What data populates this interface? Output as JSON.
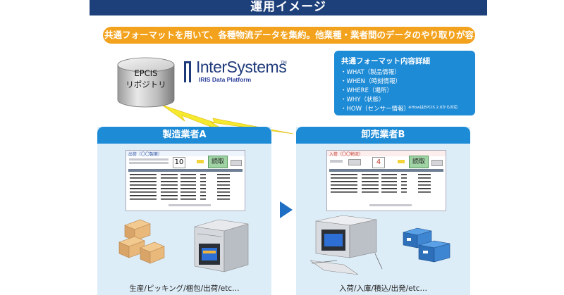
{
  "header": {
    "title": "運用イメージ"
  },
  "banner": {
    "text": "共通フォーマットを用いて、各種物流データを集約。他業種・業者間のデータのやり取りが容易に。"
  },
  "repository": {
    "label_line1": "EPCIS",
    "label_line2": "リポジトリ"
  },
  "logo": {
    "name": "InterSystems",
    "tm": "TM",
    "subtitle": "IRIS Data Platform"
  },
  "detail": {
    "title": "共通フォーマット内容詳細",
    "items": [
      "・WHAT（製品情報）",
      "・WHEN（時刻情報）",
      "・WHERE（場所）",
      "・WHY（状態）",
      "・HOW（センサー情報）"
    ],
    "note": "※HowはEPCIS 2.0から対応"
  },
  "panel_a": {
    "title": "製造業者A",
    "screen_title": "出荷（〇〇製薬）",
    "screen_count": "10",
    "screen_button": "読取",
    "caption": "生産/ピッキング/梱包/出荷/etc…"
  },
  "panel_b": {
    "title": "卸売業者B",
    "screen_title": "入荷（〇〇物流）",
    "screen_count": "4",
    "screen_button": "読取",
    "caption": "入荷/入庫/積込/出発/etc…"
  },
  "colors": {
    "navy": "#1d3f7a",
    "orange": "#f3a21d",
    "blue": "#1e8bd6",
    "panel_bg": "#ddedf8",
    "lightning": "#f6ea2f"
  }
}
